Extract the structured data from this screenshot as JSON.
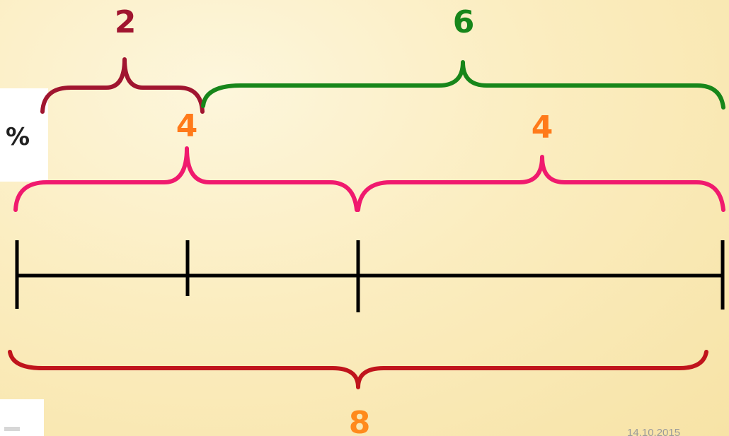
{
  "diagram": {
    "labels": {
      "top_left": "2",
      "top_right": "6",
      "mid_left": "4",
      "mid_right": "4",
      "bottom": "8"
    },
    "colors": {
      "two": "#a01530",
      "six": "#17861a",
      "four_text": "#ff7a1a",
      "four_brace": "#f01a6e",
      "eight_text": "#ff8a1c",
      "eight_brace": "#c0141c",
      "line": "#000000"
    }
  },
  "percent_icon": {
    "symbol": "%",
    "icon": "percent-icon"
  },
  "footer": {
    "date": "14.10.2015"
  }
}
